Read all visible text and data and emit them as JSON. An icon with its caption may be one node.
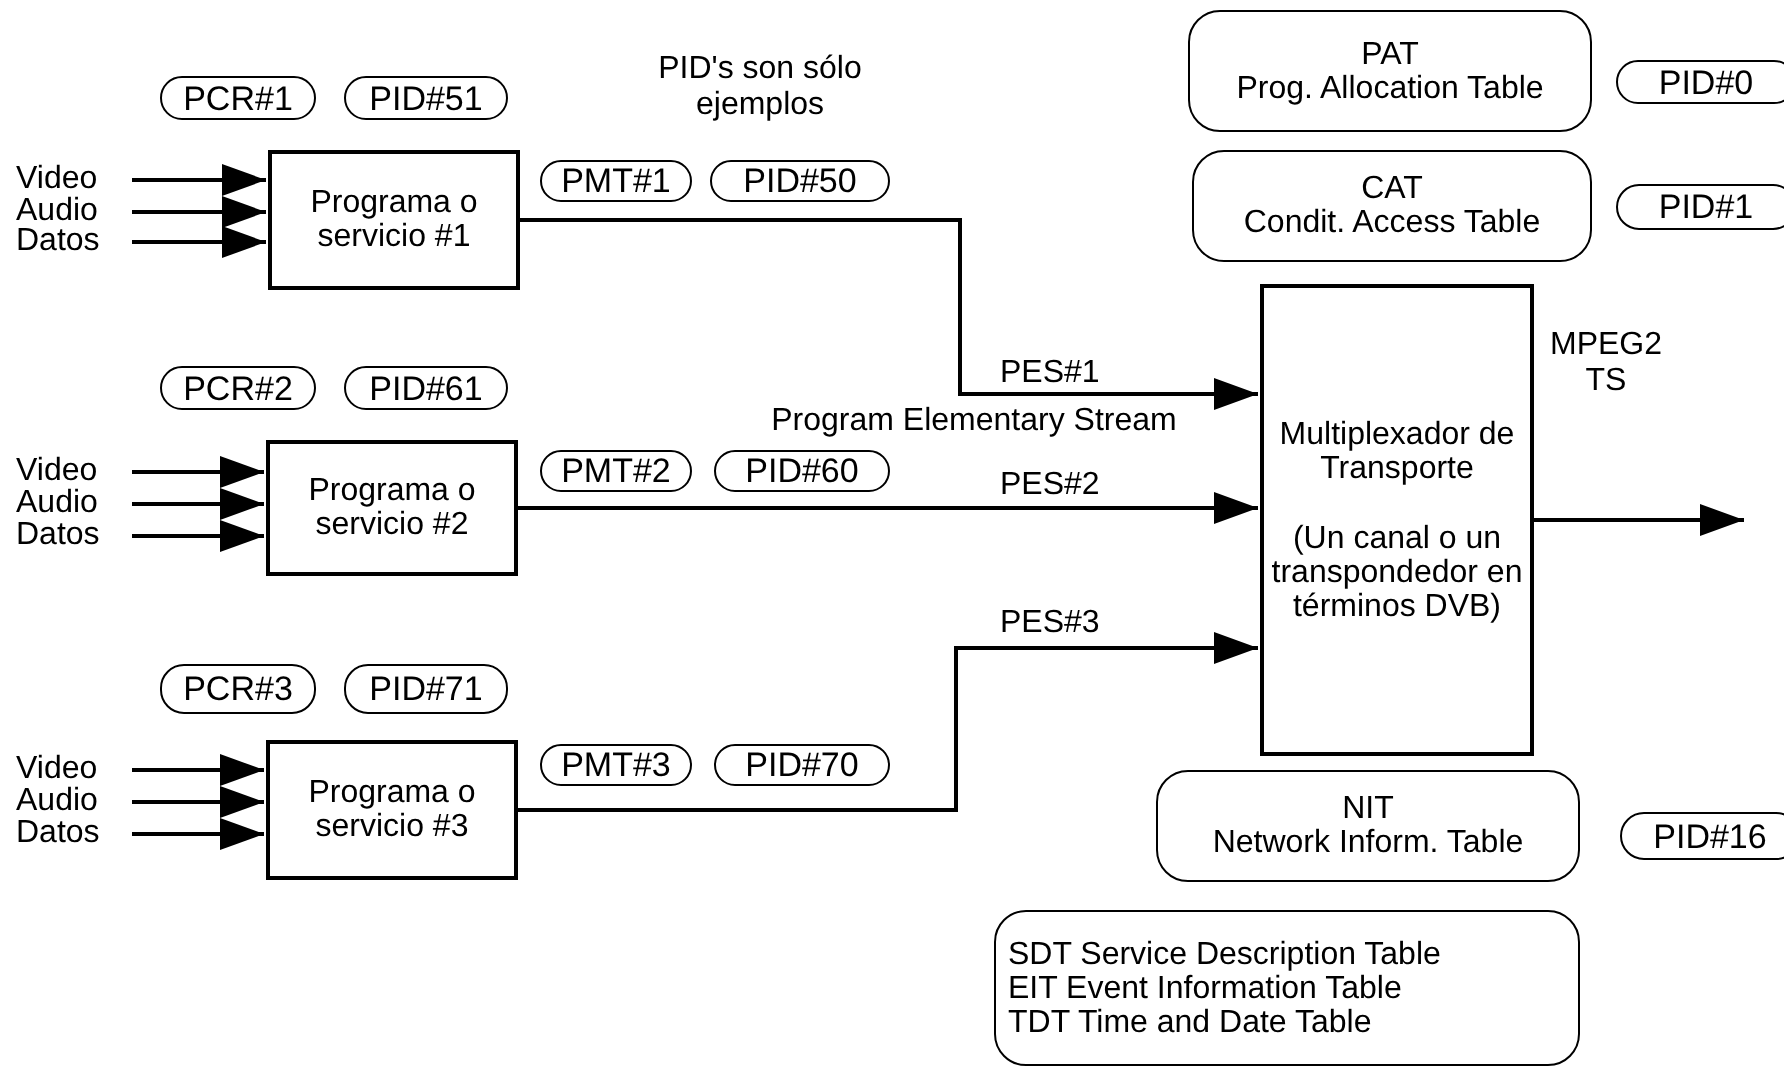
{
  "diagram": {
    "nodes": [
      {
        "text": [
          "PCR#1"
        ]
      },
      {
        "text": [
          "PID#51"
        ]
      },
      {
        "text": [
          "PAT",
          "Prog. Allocation Table"
        ]
      },
      {
        "text": [
          "PID#0"
        ]
      },
      {
        "text": [
          "Video"
        ]
      },
      {
        "text": [
          "Audio"
        ]
      },
      {
        "text": [
          "Datos"
        ]
      },
      {
        "text": [
          "Programa o servicio #1"
        ]
      },
      {
        "text": [
          "PMT#1"
        ]
      },
      {
        "text": [
          "PID#50"
        ]
      },
      {
        "text": [
          "CAT",
          "Condit. Access Table"
        ]
      },
      {
        "text": [
          "PID#1"
        ]
      },
      {
        "text": [
          "PCR#2"
        ]
      },
      {
        "text": [
          "PID#61"
        ]
      },
      {
        "text": [
          "Multiplexador de Transporte",
          "(Un canal o un transpondedor en términos DVB)"
        ]
      },
      {
        "text": [
          "Video"
        ]
      },
      {
        "text": [
          "Audio"
        ]
      },
      {
        "text": [
          "Datos"
        ]
      },
      {
        "text": [
          "Programa o servicio #2"
        ]
      },
      {
        "text": [
          "PMT#2"
        ]
      },
      {
        "text": [
          "PID#60"
        ]
      },
      {
        "text": [
          "PCR#3"
        ]
      },
      {
        "text": [
          "PID#71"
        ]
      },
      {
        "text": [
          "Video"
        ]
      },
      {
        "text": [
          "Audio"
        ]
      },
      {
        "text": [
          "Datos"
        ]
      },
      {
        "text": [
          "Programa o servicio #3"
        ]
      },
      {
        "text": [
          "PMT#3"
        ]
      },
      {
        "text": [
          "PID#70"
        ]
      },
      {
        "text": [
          "NIT",
          "Network Inform. Table"
        ]
      },
      {
        "text": [
          "PID#16"
        ]
      },
      {
        "text": [
          "SDT Service Description Table",
          "EIT Event Information Table",
          "TDT Time and Date Table"
        ]
      }
    ],
    "edges": [
      {
        "from": 4,
        "to": 7,
        "arrow": "to"
      },
      {
        "from": 5,
        "to": 7,
        "arrow": "to"
      },
      {
        "from": 6,
        "to": 7,
        "arrow": "to"
      },
      {
        "from": 15,
        "to": 18,
        "arrow": "to"
      },
      {
        "from": 16,
        "to": 18,
        "arrow": "to"
      },
      {
        "from": 17,
        "to": 18,
        "arrow": "to"
      },
      {
        "from": 23,
        "to": 26,
        "arrow": "to"
      },
      {
        "from": 24,
        "to": 26,
        "arrow": "to"
      },
      {
        "from": 25,
        "to": 26,
        "arrow": "to"
      },
      {
        "from": 7,
        "to": 14,
        "arrow": "to",
        "label": "PES#1"
      },
      {
        "from": 18,
        "to": 14,
        "arrow": "to",
        "label": "PES#2"
      },
      {
        "from": 26,
        "to": 14,
        "arrow": "to",
        "label": "PES#3"
      },
      {
        "from": 14,
        "to": null,
        "arrow": "to",
        "label": "MPEG2 TS"
      }
    ],
    "labels": [
      "PID's son sólo ejemplos",
      "Program Elementary Stream"
    ]
  }
}
